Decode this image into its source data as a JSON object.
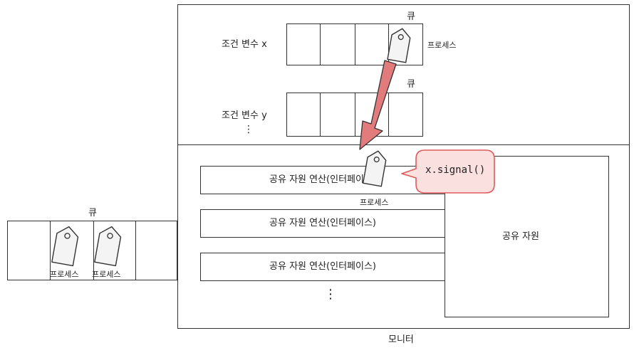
{
  "monitor": {
    "label": "모니터",
    "condition_x": {
      "label": "조건 변수 x",
      "queue_label": "큐",
      "process_label": "프로세스"
    },
    "condition_y": {
      "label": "조건 변수 y",
      "queue_label": "큐"
    },
    "vertical_ellipsis": "⋮",
    "operations": [
      "공유 자원 연산(인터페이스)",
      "공유 자원 연산(인터페이스)",
      "공유 자원 연산(인터페이스)"
    ],
    "operations_ellipsis": "⋮",
    "active_process_label": "프로세스",
    "signal_bubble": "x.signal()",
    "shared_resource": "공유 자원"
  },
  "entry_queue": {
    "label": "큐",
    "processes": [
      "프로세스",
      "프로세스"
    ]
  },
  "colors": {
    "arrow_fill": "#e27c7c",
    "bubble_fill": "#fbe0e0",
    "bubble_stroke": "#e05a5a",
    "tag_fill": "#f4f4f4",
    "line": "#333333"
  },
  "icons": [
    "tag-icon"
  ]
}
